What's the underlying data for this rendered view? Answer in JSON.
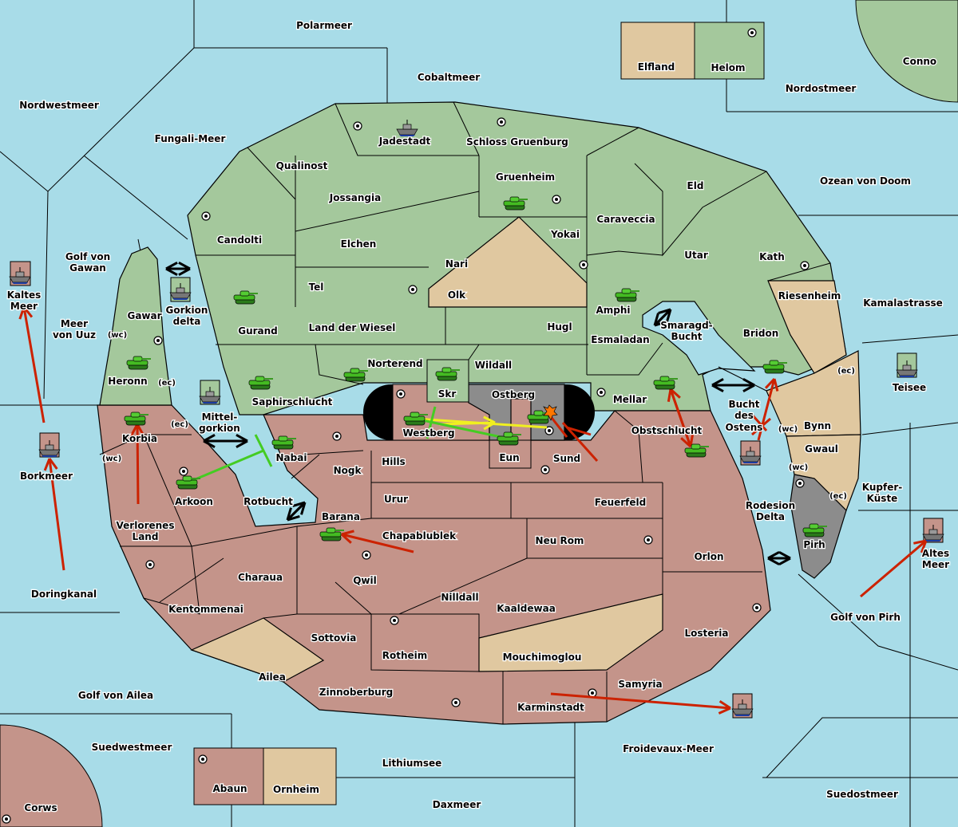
{
  "colors": {
    "sea": "#a8dce8",
    "neutral": "#a4c89c",
    "pink": "#c4948a",
    "tan": "#e0c8a0",
    "gray": "#8c8c8c",
    "move_red": "#cc2200",
    "move_green": "#44cc22",
    "move_yellow": "#f0f020"
  },
  "seas": [
    "Polarmeer",
    "Cobaltmeer",
    "Nordwestmeer",
    "Fungali-Meer",
    "Nordostmeer",
    "Conno",
    "Ozean von Doom",
    "Golf von",
    "Gawan",
    "Meer",
    "von Uuz",
    "Kaltes",
    "Meer",
    "Kamalastrasse",
    "Teisee",
    "Borkmeer",
    "Doringkanal",
    "Kupfer-",
    "Küste",
    "Altes",
    "Meer",
    "Golf von Pirh",
    "Golf von Ailea",
    "Suedwestmeer",
    "Lithiumsee",
    "Froidevaux-Meer",
    "Daxmeer",
    "Suedostmeer",
    "Corws",
    "Smaragd-",
    "Bucht",
    "Bucht",
    "des",
    "Ostens",
    "Gorkion",
    "delta",
    "Mittel-",
    "gorkion",
    "Rotbucht",
    "Rodesion",
    "Delta"
  ],
  "lands": [
    "Elfland",
    "Helom",
    "Jadestadt",
    "Schloss Gruenburg",
    "Qualinost",
    "Jossangia",
    "Gruenheim",
    "Eld",
    "Caraveccia",
    "Candolti",
    "Elchen",
    "Yokai",
    "Nari",
    "Utar",
    "Kath",
    "Tel",
    "Olk",
    "Amphi",
    "Riesenheim",
    "Gurand",
    "Land der Wiesel",
    "Hugl",
    "Esmaladan",
    "Bridon",
    "Gawar",
    "Heronn",
    "Norterend",
    "Wildall",
    "Skr",
    "Ostberg",
    "Saphirschlucht",
    "Mellar",
    "Westberg",
    "Eun",
    "Sund",
    "Obstschlucht",
    "Bynn",
    "Gwaul",
    "Korbia",
    "Nabai",
    "Hills",
    "Nogk",
    "Arkoon",
    "Urur",
    "Feuerfeld",
    "Barana",
    "Chapablublek",
    "Verlorenes",
    "Land",
    "Neu Rom",
    "Orlon",
    "Pirh",
    "Charaua",
    "Qwil",
    "Nilldall",
    "Kaaldewaa",
    "Kentommenai",
    "Losteria",
    "Sottovia",
    "Rotheim",
    "Mouchimoglou",
    "Ailea",
    "Samyria",
    "Zinnoberburg",
    "Karminstadt",
    "Abaun",
    "Ornheim"
  ],
  "coast_tags": [
    "(wc)",
    "(ec)",
    "(ec)",
    "(wc)",
    "(ec)",
    "(wc)",
    "(wc)",
    "(ec)"
  ],
  "units": {
    "armies": [
      "Gruenheim",
      "Gurand",
      "Amphi",
      "Mellar",
      "Heronn",
      "Saphirschlucht",
      "Norterend",
      "Skr",
      "Korbia",
      "Westberg",
      "Eun",
      "Ostberg",
      "Nabai",
      "Arkoon",
      "Obstschlucht",
      "Bridon",
      "Barana",
      "Pirh"
    ],
    "fleets": [
      "Jadestadt",
      "Gorkion delta",
      "Kaltes Meer",
      "Mittel-gorkion",
      "Borkmeer",
      "Teisee",
      "Bucht des Ostens",
      "Karminstadt",
      "Altes Meer"
    ]
  },
  "icons": {
    "army": "tank-icon",
    "fleet": "warship-icon",
    "supply_center": "supply-center-icon",
    "dislodged": "explosion-icon",
    "convoy": "double-arrow-icon"
  }
}
